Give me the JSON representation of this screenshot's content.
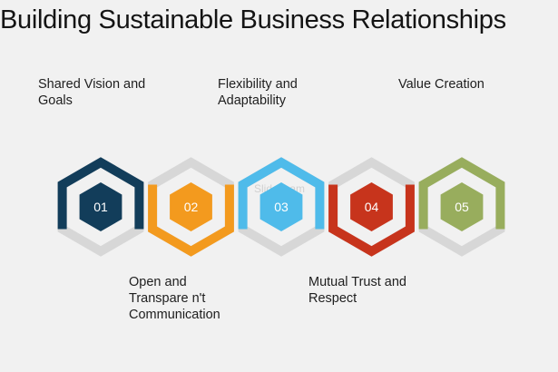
{
  "title": "Building Sustainable Business Relationships",
  "steps": [
    {
      "number": "01",
      "label_lines": [
        "Shared Vision and",
        "Goals"
      ],
      "color": "#123d5a",
      "position": "top"
    },
    {
      "number": "02",
      "label_lines": [
        "Open and",
        "Transpare n't",
        "Communication"
      ],
      "color": "#f39a1e",
      "position": "bottom"
    },
    {
      "number": "03",
      "label_lines": [
        "Flexibility and",
        "Adaptability"
      ],
      "color": "#4fbbea",
      "position": "top"
    },
    {
      "number": "04",
      "label_lines": [
        "Mutual Trust and",
        "Respect"
      ],
      "color": "#c7341c",
      "position": "bottom"
    },
    {
      "number": "05",
      "label_lines": [
        "Value Creation"
      ],
      "color": "#98ad5d",
      "position": "top"
    }
  ],
  "colors": {
    "connector_gray": "#d7d7d7",
    "background": "#f1f1f1"
  },
  "watermark": "SlideTeam"
}
